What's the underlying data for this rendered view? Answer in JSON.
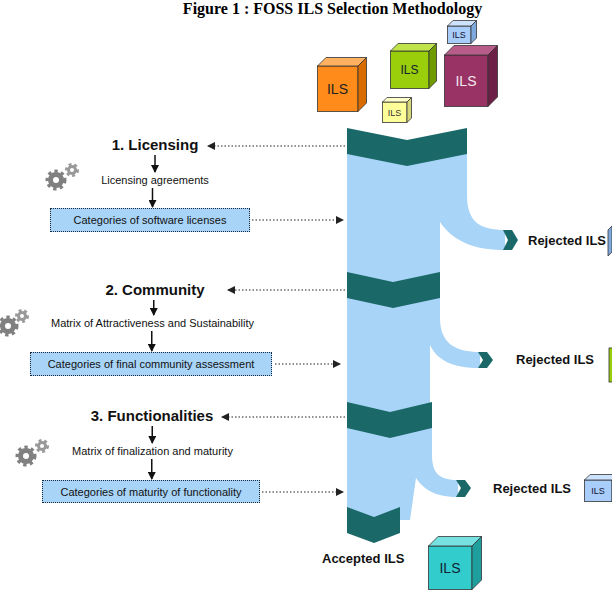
{
  "diagram": {
    "title": "Figure 1 : FOSS ILS Selection Methodology",
    "nodes": [
      {
        "text": [
          "ILS"
        ]
      },
      {
        "text": [
          "ILS"
        ]
      },
      {
        "text": [
          "ILS"
        ]
      },
      {
        "text": [
          "ILS"
        ]
      },
      {
        "text": [
          "ILS"
        ]
      },
      {
        "text": [
          "1. Licensing"
        ]
      },
      {
        "text": [
          "Licensing agreements"
        ]
      },
      {
        "text": [
          "Categories of software licenses"
        ]
      },
      {
        "text": [
          "2. Community"
        ]
      },
      {
        "text": [
          "Matrix of Attractiveness and Sustainability"
        ]
      },
      {
        "text": [
          "Categories of final community assessment"
        ]
      },
      {
        "text": [
          "3. Functionalities"
        ]
      },
      {
        "text": [
          "Matrix of finalization and maturity"
        ]
      },
      {
        "text": [
          "Categories of maturity of functionality"
        ]
      },
      {
        "text": [
          "ILS"
        ]
      },
      {
        "text": [
          "ILS"
        ]
      }
    ],
    "edges": [
      {
        "from": 5,
        "to": 6,
        "arrow": "to"
      },
      {
        "from": 6,
        "to": 7,
        "arrow": "to"
      },
      {
        "from": 8,
        "to": 9,
        "arrow": "to"
      },
      {
        "from": 9,
        "to": 10,
        "arrow": "to"
      },
      {
        "from": 11,
        "to": 12,
        "arrow": "to"
      },
      {
        "from": 12,
        "to": 13,
        "arrow": "to"
      }
    ],
    "labels": [
      "Rejected ILS",
      "Rejected ILS",
      "Rejected ILS",
      "Accepted ILS"
    ]
  }
}
